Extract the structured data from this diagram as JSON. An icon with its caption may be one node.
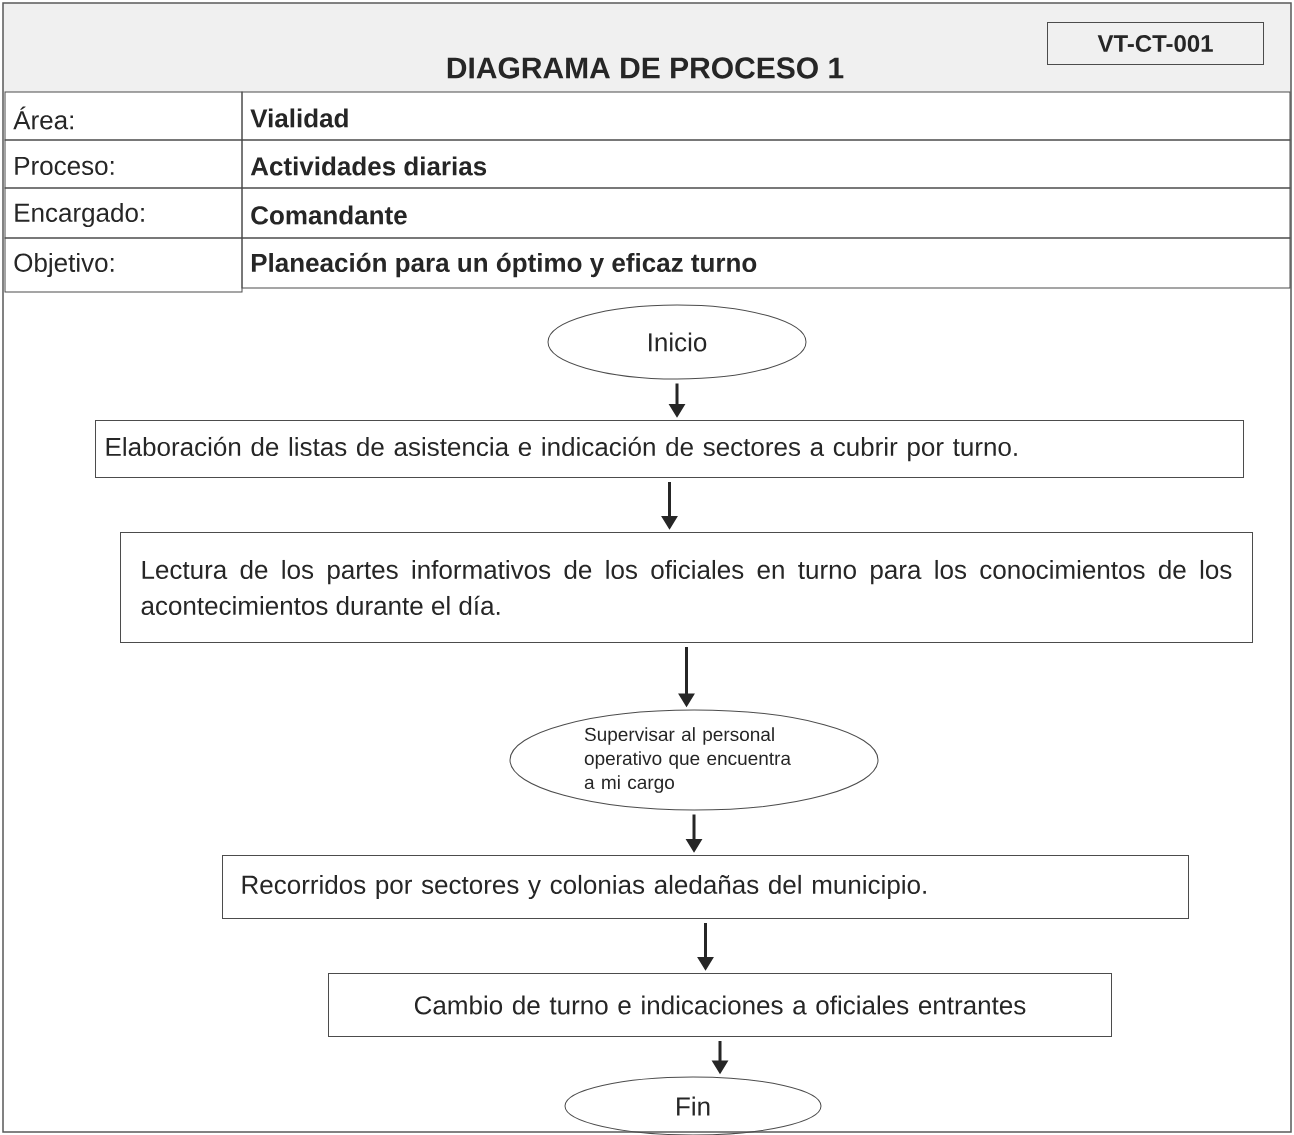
{
  "diagram": {
    "title": "DIAGRAMA DE PROCESO 1",
    "nodes": [
      {
        "text": [
          "VT-CT-001"
        ]
      },
      {
        "text": [
          "Inicio"
        ]
      },
      {
        "text": [
          "Elaboración de listas de asistencia e indicación de sectores a cubrir por  turno."
        ]
      },
      {
        "text": [
          "Lectura de los partes informativos de los oficiales en turno para los conocimientos de los acontecimientos durante el día."
        ]
      },
      {
        "text": [
          "Supervisar al personal operativo que encuentra a mi cargo"
        ]
      },
      {
        "text": [
          "Recorridos por  sectores y colonias aledañas del municipio."
        ]
      },
      {
        "text": [
          "Cambio de turno e indicaciones a oficiales entrantes"
        ]
      },
      {
        "text": [
          "Fin"
        ]
      }
    ],
    "edges": [
      {
        "from": 1,
        "to": 2,
        "arrow": "to"
      },
      {
        "from": 2,
        "to": 3,
        "arrow": "to"
      },
      {
        "from": 3,
        "to": 4,
        "arrow": "to"
      },
      {
        "from": 4,
        "to": 5,
        "arrow": "to"
      },
      {
        "from": 5,
        "to": 6,
        "arrow": "to"
      },
      {
        "from": 6,
        "to": 7,
        "arrow": "to"
      }
    ],
    "labels": [
      "Área:",
      "Vialidad",
      "Proceso:",
      "Actividades diarias",
      "Encargado:",
      "Comandante",
      "Objetivo:",
      "Planeación para un óptimo y eficaz turno"
    ]
  }
}
